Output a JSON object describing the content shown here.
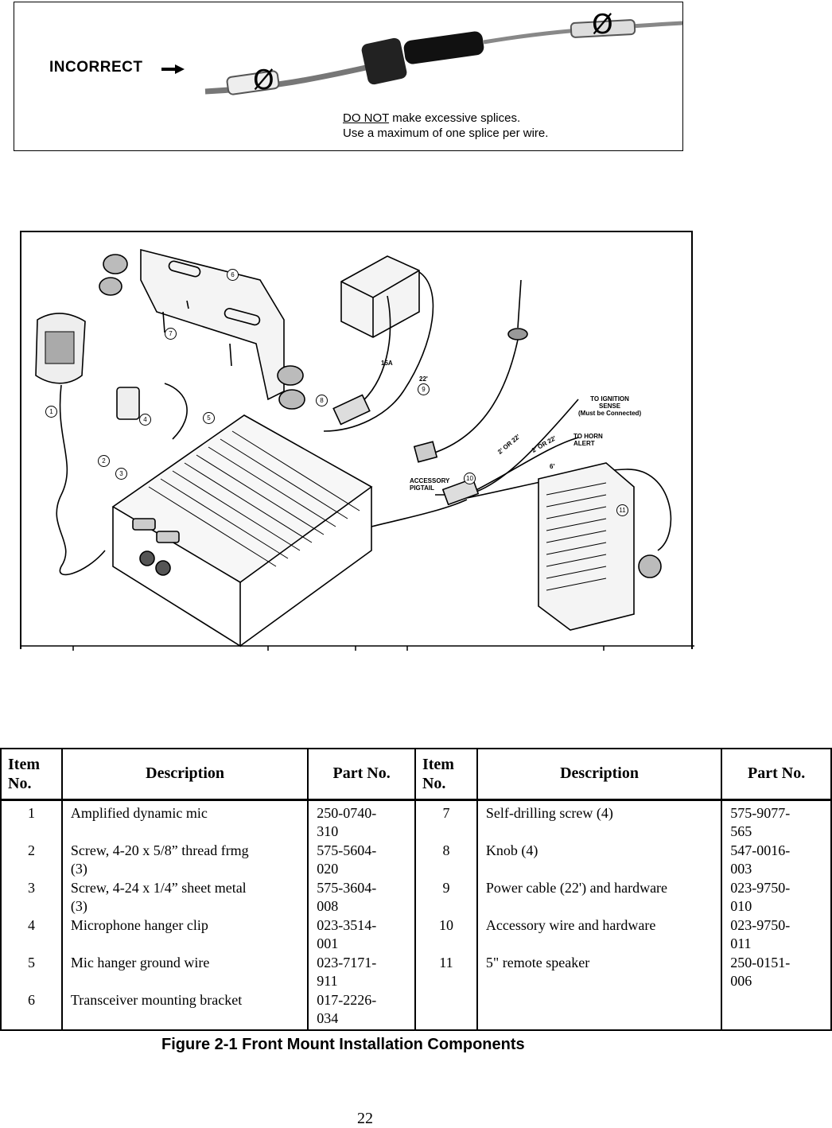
{
  "splice_panel": {
    "incorrect_label": "INCORRECT",
    "note_emphasis": "DO NOT",
    "note_line1_rest": " make excessive splices.",
    "note_line2": "Use a maximum of one splice per wire.",
    "symbol_left": "Ø",
    "symbol_right": "Ø"
  },
  "diagram": {
    "labels": {
      "fuse": "15A",
      "power_len": "22'",
      "ignition": "TO  IGNITION",
      "ignition2": "SENSE",
      "ignition3": "(Must be Connected)",
      "horn": "TO  HORN",
      "horn2": "ALERT",
      "len_a": "2' OR 22'",
      "len_b": "2' OR 22'",
      "len_c": "6'",
      "accessory": "ACCESSORY",
      "accessory2": "PIGTAIL"
    },
    "callouts": [
      "1",
      "2",
      "3",
      "4",
      "5",
      "6",
      "7",
      "8",
      "9",
      "10",
      "11"
    ]
  },
  "table": {
    "headers": [
      "Item No.",
      "Description",
      "Part No.",
      "Item No.",
      "Description",
      "Part No."
    ],
    "left": [
      {
        "item": "1",
        "desc": [
          "Amplified dynamic mic",
          ""
        ],
        "part": [
          "250-0740-",
          "310"
        ]
      },
      {
        "item": "2",
        "desc": [
          "Screw, 4-20 x 5/8” thread frmg",
          "(3)"
        ],
        "part": [
          "575-5604-",
          "020"
        ]
      },
      {
        "item": "3",
        "desc": [
          "Screw, 4-24 x 1/4” sheet metal",
          "(3)"
        ],
        "part": [
          "575-3604-",
          "008"
        ]
      },
      {
        "item": "4",
        "desc": [
          "Microphone hanger clip",
          ""
        ],
        "part": [
          "023-3514-",
          "001"
        ]
      },
      {
        "item": "5",
        "desc": [
          "Mic hanger ground wire",
          ""
        ],
        "part": [
          "023-7171-",
          "911"
        ]
      },
      {
        "item": "6",
        "desc": [
          "Transceiver mounting bracket",
          ""
        ],
        "part": [
          "017-2226-",
          "034"
        ]
      }
    ],
    "right": [
      {
        "item": "7",
        "desc": [
          "Self-drilling screw (4)",
          ""
        ],
        "part": [
          "575-9077-",
          "565"
        ]
      },
      {
        "item": "8",
        "desc": [
          "Knob (4)",
          ""
        ],
        "part": [
          "547-0016-",
          "003"
        ]
      },
      {
        "item": "9",
        "desc": [
          "Power cable (22') and hardware",
          ""
        ],
        "part": [
          "023-9750-",
          "010"
        ]
      },
      {
        "item": "10",
        "desc": [
          "Accessory wire and hardware",
          ""
        ],
        "part": [
          "023-9750-",
          "011"
        ]
      },
      {
        "item": "11",
        "desc": [
          "5\" remote speaker",
          ""
        ],
        "part": [
          "250-0151-",
          "006"
        ]
      }
    ]
  },
  "caption": "Figure 2-1 Front Mount Installation Components",
  "page_number": "22"
}
